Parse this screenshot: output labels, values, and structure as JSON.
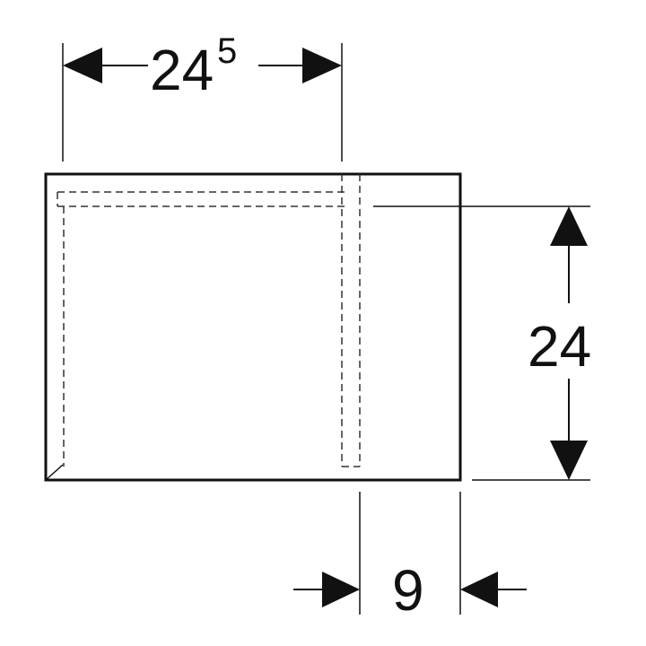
{
  "dimensions": {
    "top_width": {
      "main": "24",
      "superscript": "5"
    },
    "right_height": "24",
    "bottom_depth": "9"
  },
  "colors": {
    "line": "#111111",
    "hidden_line": "#333333",
    "background": "#ffffff"
  }
}
